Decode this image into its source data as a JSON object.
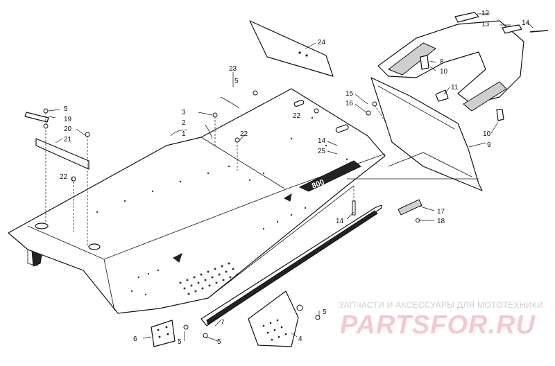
{
  "watermark": {
    "top_text": "ЗАПЧАСТИ И АКСЕССУАРЫ ДЛЯ МОТОТЕХНИКИ",
    "logo_text": "PARTSFOR.RU",
    "logo_color": "#f3c9cf"
  },
  "decal_text": "800",
  "callouts": [
    {
      "id": "c1",
      "text": "1"
    },
    {
      "id": "c2",
      "text": "2"
    },
    {
      "id": "c3",
      "text": "3"
    },
    {
      "id": "c4",
      "text": "4"
    },
    {
      "id": "c5a",
      "text": "5"
    },
    {
      "id": "c5b",
      "text": "5"
    },
    {
      "id": "c5c",
      "text": "5"
    },
    {
      "id": "c5d",
      "text": "5"
    },
    {
      "id": "c5e",
      "text": "5"
    },
    {
      "id": "c6",
      "text": "6"
    },
    {
      "id": "c7",
      "text": "7"
    },
    {
      "id": "c8",
      "text": "8"
    },
    {
      "id": "c9",
      "text": "9"
    },
    {
      "id": "c10a",
      "text": "10"
    },
    {
      "id": "c10b",
      "text": "10"
    },
    {
      "id": "c11",
      "text": "11"
    },
    {
      "id": "c12",
      "text": "12"
    },
    {
      "id": "c13",
      "text": "13"
    },
    {
      "id": "c14a",
      "text": "14"
    },
    {
      "id": "c14b",
      "text": "14"
    },
    {
      "id": "c14c",
      "text": "14"
    },
    {
      "id": "c15",
      "text": "15"
    },
    {
      "id": "c16",
      "text": "16"
    },
    {
      "id": "c17",
      "text": "17"
    },
    {
      "id": "c18",
      "text": "18"
    },
    {
      "id": "c19",
      "text": "19"
    },
    {
      "id": "c20",
      "text": "20"
    },
    {
      "id": "c21",
      "text": "21"
    },
    {
      "id": "c22a",
      "text": "22"
    },
    {
      "id": "c22b",
      "text": "22"
    },
    {
      "id": "c22c",
      "text": "22"
    },
    {
      "id": "c23",
      "text": "23"
    },
    {
      "id": "c24",
      "text": "24"
    },
    {
      "id": "c25",
      "text": "25"
    }
  ]
}
